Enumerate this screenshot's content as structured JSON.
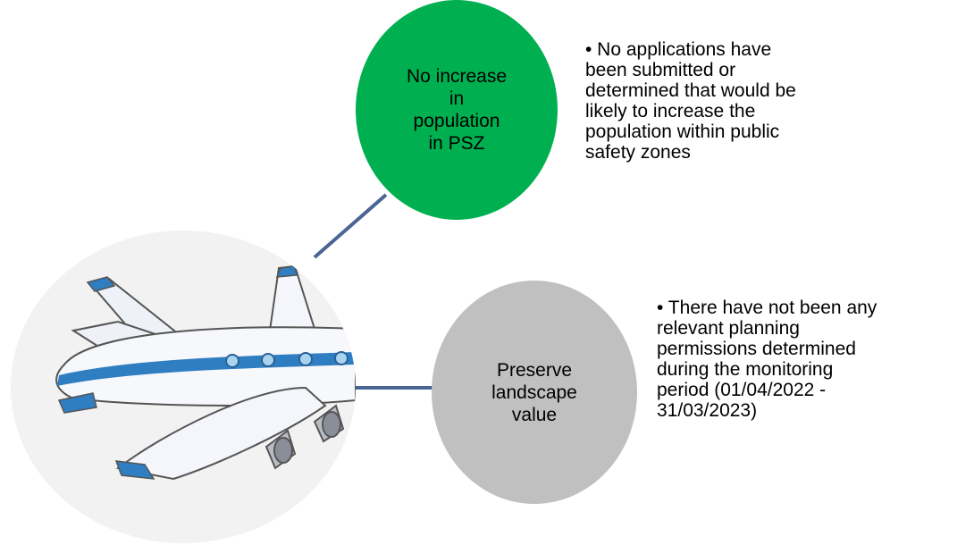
{
  "nodes": [
    {
      "label": "No increase\nin\npopulation\nin PSZ",
      "color": "#00b050",
      "bullet": "• No applications have\n   been submitted or\n   determined that would be\n   likely to increase the\n   population within public\n   safety zones"
    },
    {
      "label": "Preserve\nlandscape\nvalue",
      "color": "#c0c0c0",
      "bullet": "• There have not been any\n   relevant planning\n   permissions determined\n   during the monitoring\n   period (01/04/2022 -\n   31/03/2023)"
    }
  ],
  "hub": {
    "icon": "airplane-icon"
  },
  "connector_color": "#4a6494"
}
